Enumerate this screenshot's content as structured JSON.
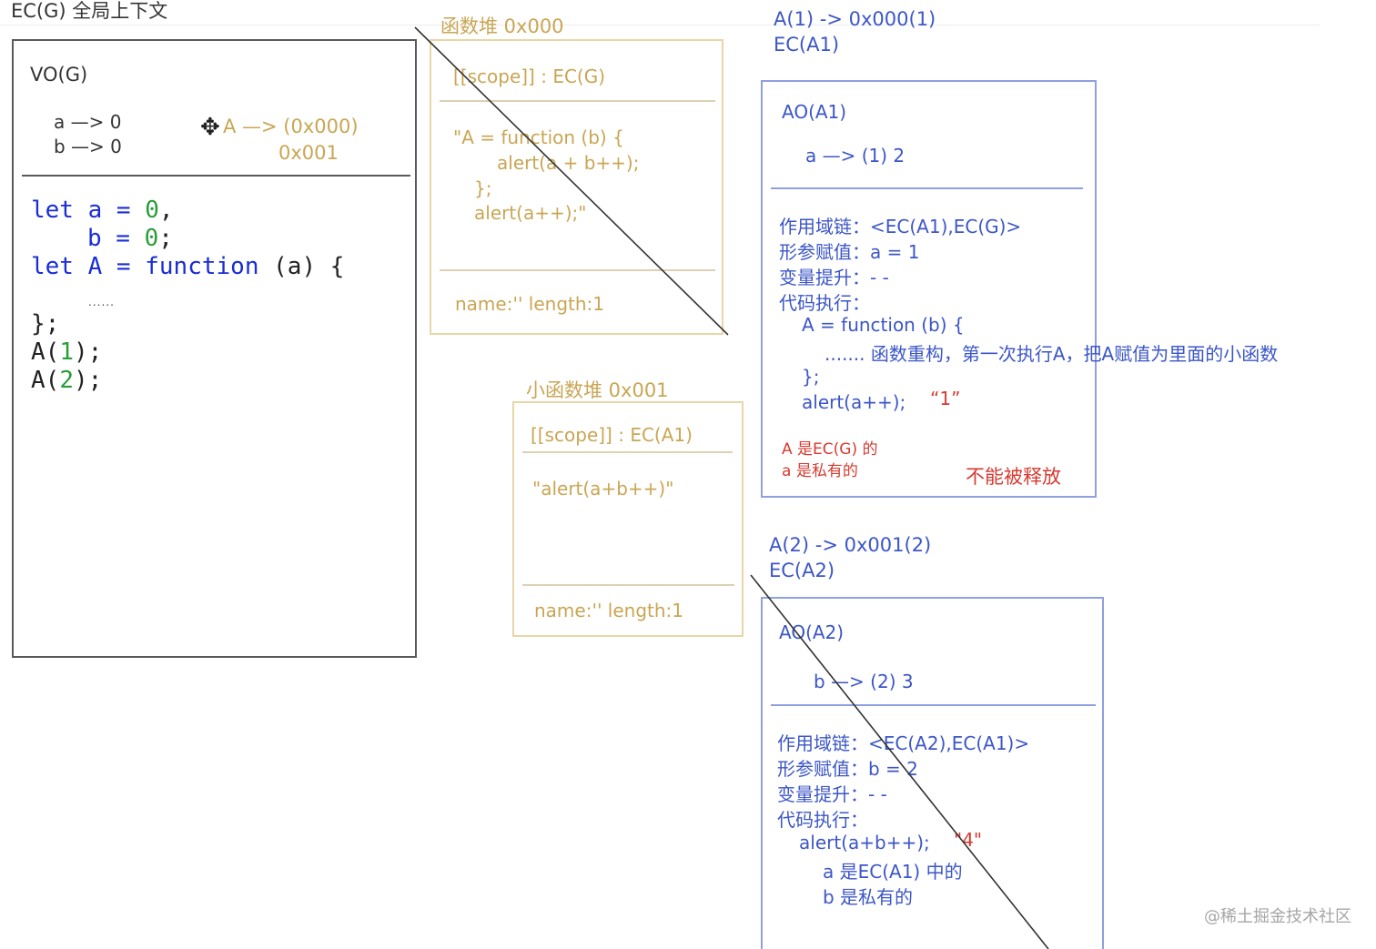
{
  "page_title": "EC(G) 全局上下文",
  "global": {
    "vo_title": "VO(G)",
    "vars": [
      "a —> 0",
      "b —> 0"
    ],
    "a_annotation": "A —> (0x000)",
    "a_annotation_next": "0x001",
    "code": {
      "line1": {
        "kw": "let",
        "name": " a = ",
        "num": "0",
        "end": ","
      },
      "line2": {
        "name": "b = ",
        "num": "0",
        "end": ";"
      },
      "line3": {
        "kw": "let",
        "name": " A = ",
        "kw2": "function",
        "end": " (a) {"
      },
      "line4": "......",
      "line5": "};",
      "line6": {
        "fn": "A(",
        "num": "1",
        "end": ");"
      },
      "line7": {
        "fn": "A(",
        "num": "2",
        "end": ");"
      }
    }
  },
  "heap1": {
    "title": "函数堆  0x000",
    "scope": "[[scope]] : EC(G)",
    "code_lines": [
      "\"A = function (b) {",
      "alert(a + b++);",
      "};",
      "alert(a++);\""
    ],
    "meta": "name:''  length:1"
  },
  "heap2": {
    "title": "小函数堆   0x001",
    "scope": "[[scope]] : EC(A1)",
    "code": "\"alert(a+b++)\"",
    "meta": "name:''  length:1"
  },
  "a1": {
    "call": "A(1) -> 0x000(1)",
    "ec": "EC(A1)",
    "ao_title": "AO(A1)",
    "ao_var": "a —>   (1)  2",
    "scope_chain": "作用域链：<EC(A1),EC(G)>",
    "params": "形参赋值：a  = 1",
    "hoist": "变量提升：- -",
    "exec": "代码执行：",
    "code_line1": "A = function (b) {",
    "code_line2": "....... 函数重构，第一次执行A，把A赋值为里面的小函数",
    "code_line3": "};",
    "code_line4": "alert(a++);",
    "output": "“1”",
    "note1": "A 是EC(G) 的",
    "note2": "a 是私有的",
    "note3": "不能被释放"
  },
  "a2": {
    "call": "A(2)  -> 0x001(2)",
    "ec": "EC(A2)",
    "ao_title": "AO(A2)",
    "ao_var": "b —> (2) 3",
    "scope_chain": "作用域链：<EC(A2),EC(A1)>",
    "params": "形参赋值：b = 2",
    "hoist": "变量提升：- -",
    "exec": "代码执行：",
    "code_line1": "alert(a+b++);",
    "output": "\"4\"",
    "note1": "a 是EC(A1) 中的",
    "note2": "b 是私有的"
  },
  "watermark": "@稀土掘金技术社区",
  "colors": {
    "heap": "#c9a654",
    "ao": "#3c56c7",
    "highlight": "#d63a30",
    "keyword": "#1a2dd6",
    "number": "#2a9d3a"
  }
}
